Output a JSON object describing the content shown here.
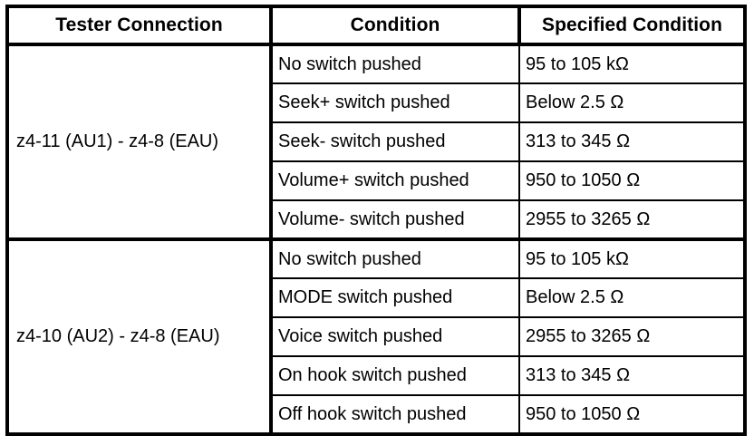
{
  "table": {
    "headers": [
      "Tester Connection",
      "Condition",
      "Specified Condition"
    ],
    "groups": [
      {
        "connection": "z4-11 (AU1) - z4-8 (EAU)",
        "rows": [
          {
            "condition": "No switch pushed",
            "specified": "95 to 105 kΩ"
          },
          {
            "condition": "Seek+ switch pushed",
            "specified": "Below 2.5 Ω"
          },
          {
            "condition": "Seek- switch pushed",
            "specified": "313 to 345 Ω"
          },
          {
            "condition": "Volume+ switch pushed",
            "specified": "950 to 1050 Ω"
          },
          {
            "condition": "Volume- switch pushed",
            "specified": "2955 to 3265 Ω"
          }
        ]
      },
      {
        "connection": "z4-10 (AU2) - z4-8 (EAU)",
        "rows": [
          {
            "condition": "No switch pushed",
            "specified": "95 to 105 kΩ"
          },
          {
            "condition": "MODE switch pushed",
            "specified": "Below 2.5 Ω"
          },
          {
            "condition": "Voice switch pushed",
            "specified": "2955 to 3265 Ω"
          },
          {
            "condition": "On hook switch pushed",
            "specified": "313 to 345 Ω"
          },
          {
            "condition": "Off hook switch pushed",
            "specified": "950 to 1050 Ω"
          }
        ]
      }
    ]
  },
  "colors": {
    "border": "#000000",
    "background": "#ffffff",
    "text": "#000000"
  }
}
